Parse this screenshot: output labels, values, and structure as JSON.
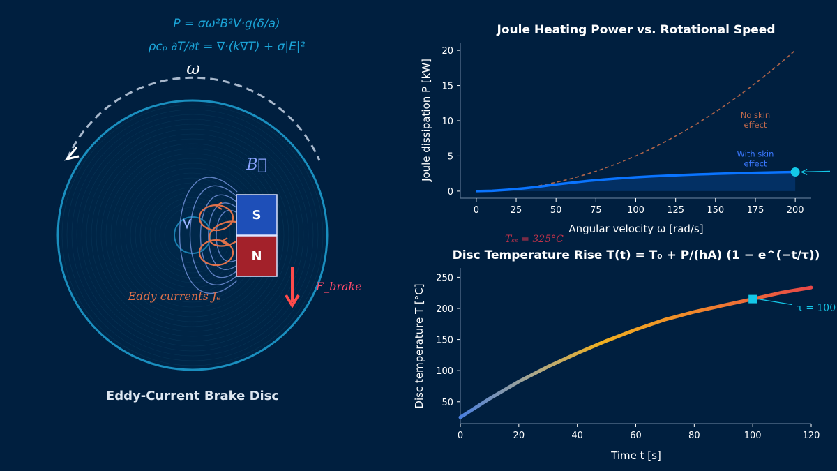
{
  "colors": {
    "background": "#001f3f",
    "disc": "#1a8fbf",
    "accent_cyan": "#14c8e8",
    "power_line": "#0a74ff",
    "no_skin_line": "#b0654a",
    "eddy": "#e0714a",
    "brake_force": "#ff4b4b",
    "magnet_s": "#1e4fb8",
    "magnet_n": "#a3212a",
    "field_lines": "#7090d8",
    "rotation": "#a8b8cc"
  },
  "diagram": {
    "title": "Eddy-Current Brake Disc",
    "equation_power": "P = σω²B²V·g(δ/a)",
    "equation_heat": "ρcₚ ∂T/∂t = ∇·(k∇T) + σ|E|²",
    "omega_label": "ω",
    "field_label": "B⃗",
    "magnet_south": "S",
    "magnet_north": "N",
    "eddy_label": "Eddy currents Jₑ",
    "brake_label": "F_brake",
    "steady_state_label": "Tₛₛ = 325°C",
    "icons": [
      "rotation-arrow-icon",
      "force-arrow-icon",
      "field-arrow-icon"
    ]
  },
  "chart_data": [
    {
      "type": "line",
      "title": "Joule Heating Power vs. Rotational Speed",
      "xlabel": "Angular velocity  ω  [rad/s]",
      "ylabel": "Joule dissipation  P  [kW]",
      "xlim": [
        -10,
        210
      ],
      "ylim": [
        -1,
        21
      ],
      "xticks": [
        0,
        25,
        50,
        75,
        100,
        125,
        150,
        175,
        200
      ],
      "yticks": [
        0,
        5,
        10,
        15,
        20
      ],
      "grid": false,
      "series": [
        {
          "name": "With skin effect",
          "style": "solid",
          "fill": true,
          "x": [
            0,
            10,
            20,
            30,
            40,
            50,
            60,
            70,
            80,
            90,
            100,
            110,
            120,
            130,
            140,
            150,
            160,
            170,
            180,
            190,
            200
          ],
          "values": [
            0,
            0.05,
            0.2,
            0.4,
            0.65,
            0.95,
            1.2,
            1.45,
            1.65,
            1.82,
            1.97,
            2.1,
            2.2,
            2.3,
            2.38,
            2.45,
            2.52,
            2.58,
            2.63,
            2.68,
            2.72
          ]
        },
        {
          "name": "No skin effect",
          "style": "dashed",
          "x": [
            0,
            10,
            20,
            30,
            40,
            50,
            60,
            70,
            80,
            90,
            100,
            110,
            120,
            130,
            140,
            150,
            160,
            170,
            180,
            190,
            200
          ],
          "values": [
            0,
            0.05,
            0.2,
            0.45,
            0.8,
            1.25,
            1.8,
            2.45,
            3.2,
            4.05,
            5.0,
            6.05,
            7.2,
            8.45,
            9.8,
            11.25,
            12.8,
            14.45,
            16.2,
            18.05,
            20.0
          ]
        }
      ],
      "marker": {
        "x": 200,
        "y": 2.72
      },
      "annotations": [
        {
          "text": "No skin effect",
          "x": 175,
          "y": 10.4
        },
        {
          "text": "With skin effect",
          "x": 175,
          "y": 4.9
        }
      ]
    },
    {
      "type": "line",
      "title": "Disc Temperature Rise  T(t) = T₀ + P/(hA) (1 − e^(−t/τ))",
      "xlabel": "Time  t  [s]",
      "ylabel": "Disc temperature  T  [°C]",
      "xlim": [
        0,
        120
      ],
      "ylim": [
        15,
        265
      ],
      "xticks": [
        0,
        20,
        40,
        60,
        80,
        100,
        120
      ],
      "yticks": [
        50,
        100,
        150,
        200,
        250
      ],
      "grid": false,
      "series": [
        {
          "x": [
            0,
            10,
            20,
            30,
            40,
            50,
            60,
            70,
            80,
            90,
            100,
            110,
            120
          ],
          "values": [
            25,
            55,
            82.5,
            106.5,
            128,
            148,
            166,
            182,
            194.5,
            205,
            215,
            225.5,
            233.5
          ]
        }
      ],
      "marker": {
        "x": 100,
        "y": 215
      },
      "tau_label": "τ = 100"
    }
  ]
}
